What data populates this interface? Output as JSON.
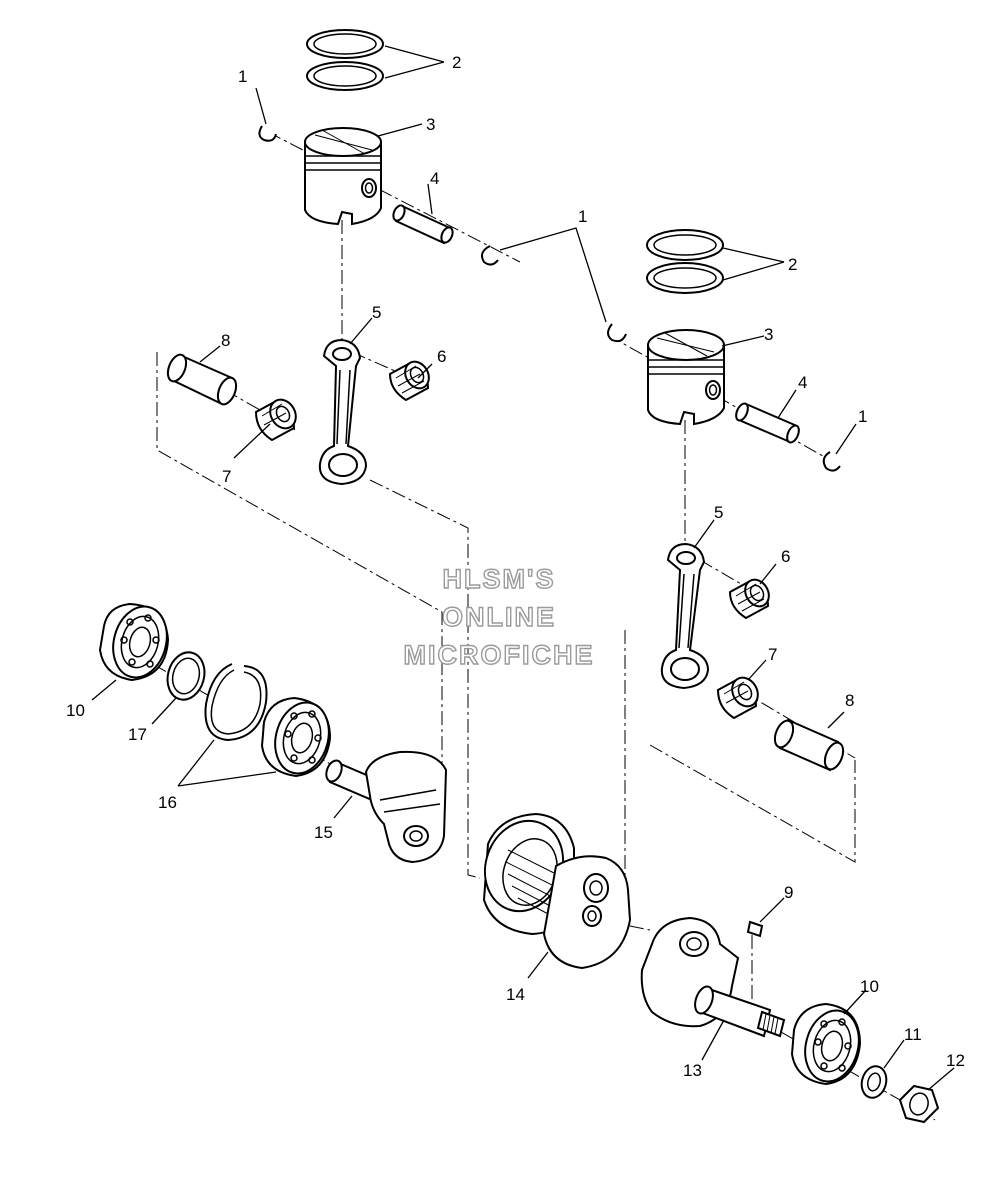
{
  "callouts": {
    "c1a": "1",
    "c2a": "2",
    "c3a": "3",
    "c4a": "4",
    "c1mid": "1",
    "c5a": "5",
    "c6a": "6",
    "c7a": "7",
    "c8a": "8",
    "c2b": "2",
    "c3b": "3",
    "c4b": "4",
    "c1b": "1",
    "c5b": "5",
    "c6b": "6",
    "c7b": "7",
    "c8b": "8",
    "c9": "9",
    "c10a": "10",
    "c17": "17",
    "c16": "16",
    "c15": "15",
    "c14": "14",
    "c13": "13",
    "c10b": "10",
    "c11": "11",
    "c12": "12"
  },
  "watermark": {
    "line1": "HLSM'S",
    "line2": "ONLINE",
    "line3": "MICROFICHE"
  }
}
